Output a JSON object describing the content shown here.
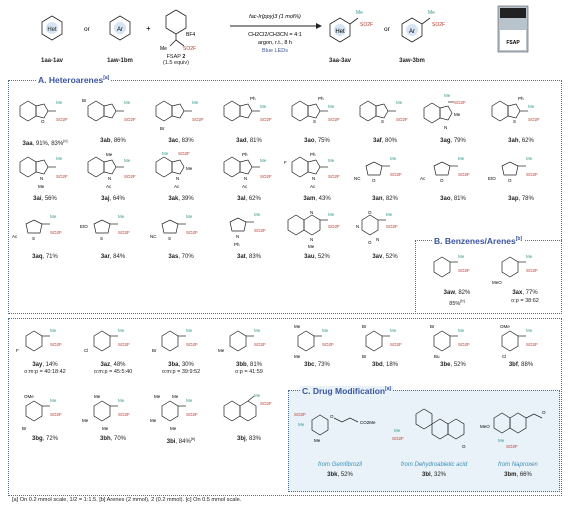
{
  "scheme": {
    "reactant1_label": "1aa-1av",
    "reactant2_label": "1aw-1bm",
    "or_text": "or",
    "plus_text": "+",
    "het_text": "Het",
    "ar_text": "Ar",
    "reagent_name": "FSAP",
    "reagent_number": "2",
    "reagent_equiv": "(1.5 equiv)",
    "reagent_bf4": "BF4",
    "reagent_me": "Me",
    "reagent_so2f": "SO2F",
    "cond_catalyst": "fac-Ir(ppy)3 (1 mol%)",
    "cond_solvent": "CH2Cl2/CH3CN = 4:1",
    "cond_atm": "argon, r.t., 8 h",
    "cond_light": "Blue LEDs",
    "product1_label": "3aa-3av",
    "product2_label": "3aw-3bm",
    "photo_label": "FSAP",
    "me": "Me",
    "so2f": "SO2F"
  },
  "sections": {
    "a_title": "A. Heteroarenes",
    "a_note": "[a]",
    "b_title": "B. Benzenes/Arenes",
    "b_note": "[b]",
    "c_title": "C. Drug Modification",
    "c_note": "[a]"
  },
  "row1": [
    {
      "id": "3aa",
      "yield": "91%, 83%",
      "note": "[c]"
    },
    {
      "id": "3ab",
      "yield": "86%"
    },
    {
      "id": "3ac",
      "yield": "83%"
    },
    {
      "id": "3ad",
      "yield": "81%"
    },
    {
      "id": "3ao",
      "yield": "75%"
    },
    {
      "id": "3af",
      "yield": "80%"
    },
    {
      "id": "3ag",
      "yield": "79%"
    },
    {
      "id": "3ah",
      "yield": "62%"
    }
  ],
  "row2": [
    {
      "id": "3ai",
      "yield": "56%"
    },
    {
      "id": "3aj",
      "yield": "64%"
    },
    {
      "id": "3ak",
      "yield": "39%"
    },
    {
      "id": "3al",
      "yield": "62%"
    },
    {
      "id": "3am",
      "yield": "43%"
    },
    {
      "id": "3an",
      "yield": "82%"
    },
    {
      "id": "3ao",
      "yield": "81%"
    },
    {
      "id": "3ap",
      "yield": "78%"
    }
  ],
  "row3": [
    {
      "id": "3aq",
      "yield": "71%"
    },
    {
      "id": "3ar",
      "yield": "84%"
    },
    {
      "id": "3as",
      "yield": "70%"
    },
    {
      "id": "3at",
      "yield": "83%"
    },
    {
      "id": "3au",
      "yield": "52%"
    },
    {
      "id": "3av",
      "yield": "52%"
    }
  ],
  "arenes_b": [
    {
      "id": "3aw",
      "yield": "82%",
      "yield2": "85%",
      "note": "[b]"
    },
    {
      "id": "3ax",
      "yield": "77%",
      "ratio": "o:p = 38:62"
    }
  ],
  "row4": [
    {
      "id": "3ay",
      "yield": "14%",
      "ratio": "o:m:p = 40:18:42"
    },
    {
      "id": "3az",
      "yield": "48%",
      "ratio": "o:m:p = 45:5:40"
    },
    {
      "id": "3ba",
      "yield": "30%",
      "ratio": "o:m:p = 39:9:52"
    },
    {
      "id": "3bb",
      "yield": "81%",
      "ratio": "o:p = 41:59"
    },
    {
      "id": "3bc",
      "yield": "73%"
    },
    {
      "id": "3bd",
      "yield": "18%"
    },
    {
      "id": "3be",
      "yield": "52%"
    },
    {
      "id": "3bf",
      "yield": "88%"
    }
  ],
  "row5": [
    {
      "id": "3bg",
      "yield": "72%"
    },
    {
      "id": "3bh",
      "yield": "70%"
    },
    {
      "id": "3bi",
      "yield": "84%",
      "note": "[b]"
    },
    {
      "id": "3bj",
      "yield": "83%"
    }
  ],
  "drugs": [
    {
      "id": "3bk",
      "yield": "52%",
      "from": "from Gemfibrozil"
    },
    {
      "id": "3bl",
      "yield": "32%",
      "from": "from Dehydroabietic acid"
    },
    {
      "id": "3bm",
      "yield": "66%",
      "from": "from Naproxen"
    }
  ],
  "substituents": {
    "br": "Br",
    "cl": "Cl",
    "f": "F",
    "me": "Me",
    "ph": "Ph",
    "ac": "Ac",
    "nc": "NC",
    "eto": "EtO",
    "meo": "MeO",
    "ome": "OMe",
    "bu": "Bu",
    "o": "O",
    "n": "N",
    "s": "S",
    "co2me": "CO2Me"
  },
  "footnote": "[a] On 0.2 mmol scale, 1/2 = 1:1.5. [b] Arenes (2 mmol), 2 (0.2 mmol). [c] On 0.5 mmol scale.",
  "colors": {
    "accent": "#3a55a0",
    "teal": "#3d9a8f",
    "red": "#c0392b",
    "drug_bg": "#e8f2f8"
  }
}
